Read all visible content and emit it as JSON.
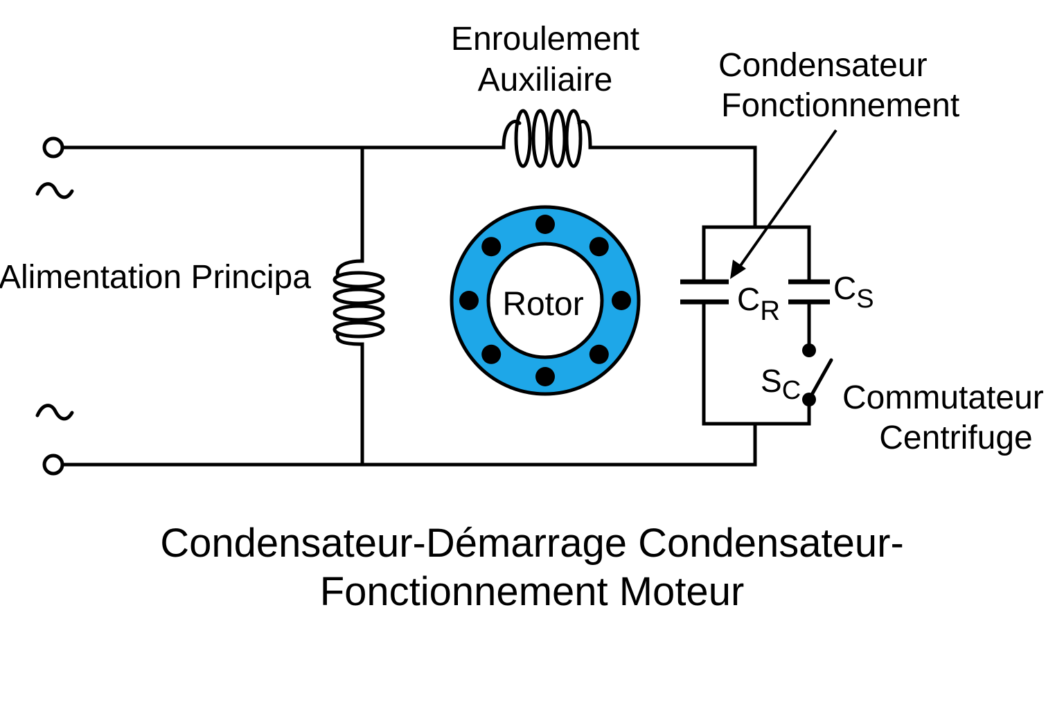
{
  "labels": {
    "aux_winding_line1": "Enroulement",
    "aux_winding_line2": "Auxiliaire",
    "run_cap_line1": "Condensateur",
    "run_cap_line2": "Fonctionnement",
    "main_supply": "Alimentation Principa",
    "rotor": "Rotor",
    "cr_main": "C",
    "cr_sub": "R",
    "cs_main": "C",
    "cs_sub": "S",
    "sc_main": "S",
    "sc_sub": "C",
    "switch_line1": "Commutateur",
    "switch_line2": "Centrifuge",
    "ac_symbol_top": "~",
    "ac_symbol_bottom": "~"
  },
  "title": {
    "line1": "Condensateur-Démarrage Condensateur-",
    "line2": "Fonctionnement Moteur"
  },
  "colors": {
    "rotor_ring": "#1ea7e8",
    "line": "#000000"
  },
  "rotor_slot_count": 8
}
